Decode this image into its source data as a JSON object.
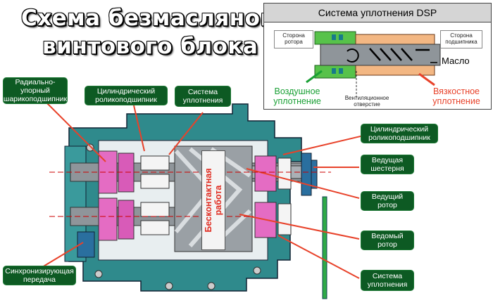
{
  "title": {
    "line1": "Схема безмасляного",
    "line2": "винтового блока"
  },
  "center_label": "Бесконтактная работа",
  "labels": {
    "radial_bearing": "Радиально-упорный шарикоподшипник",
    "cyl_bearing_left": "Цилиндрический роликоподшипник",
    "seal_system_top": "Система уплотнения",
    "cyl_bearing_right": "Цилиндрический роликоподшипник",
    "drive_gear": "Ведущая шестерня",
    "drive_rotor": "Ведущий ротор",
    "driven_rotor": "Ведомый ротор",
    "seal_system_bottom": "Система уплотнения",
    "sync_gear": "Синхронизирующая передача"
  },
  "inset": {
    "title": "Система уплотнения DSP",
    "rotor_side": "Сторона ротора",
    "bearing_side": "Сторона подшипника",
    "oil": "Масло",
    "air_seal": "Воздушное уплотнение",
    "vent_hole": "Вентиляционное отверстие",
    "viscous_seal": "Вязкостное уплотнение"
  },
  "colors": {
    "label_bg": "#0d5a23",
    "housing": "#2f8a8c",
    "accent_red": "#e8422a",
    "accent_green": "#1aa035"
  }
}
